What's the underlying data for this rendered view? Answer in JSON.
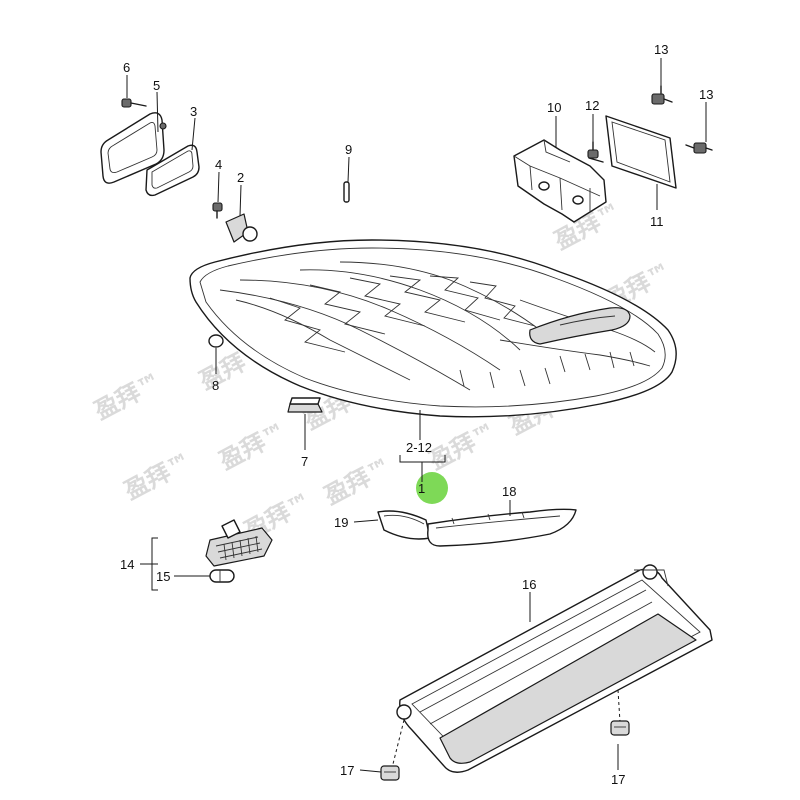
{
  "callouts": {
    "c1": "1",
    "c2": "2",
    "c3": "3",
    "c4": "4",
    "c5": "5",
    "c6": "6",
    "c7": "7",
    "c8": "8",
    "c9": "9",
    "c10": "10",
    "c11": "11",
    "c12": "12",
    "c13a": "13",
    "c13b": "13",
    "c14": "14",
    "c15": "15",
    "c16": "16",
    "c17a": "17",
    "c17b": "17",
    "c18": "18",
    "c19": "19",
    "range": "2-12"
  },
  "watermark": "盈拜™",
  "colors": {
    "marker": "#7ed957",
    "line": "#1a1a1a",
    "watermark": "#bdbdbd"
  }
}
